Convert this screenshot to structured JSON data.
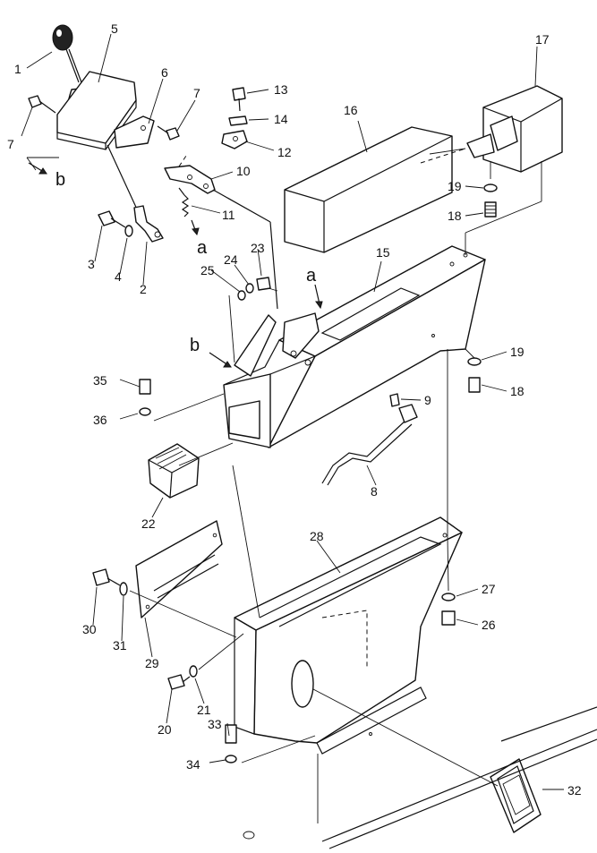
{
  "callouts": {
    "c1": "1",
    "c2": "2",
    "c3": "3",
    "c4": "4",
    "c5": "5",
    "c6": "6",
    "c7a": "7",
    "c7b": "7",
    "c8": "8",
    "c9": "9",
    "c10": "10",
    "c11": "11",
    "c12": "12",
    "c13": "13",
    "c14": "14",
    "c15": "15",
    "c16": "16",
    "c17": "17",
    "c18a": "18",
    "c18b": "18",
    "c19a": "19",
    "c19b": "19",
    "c20": "20",
    "c21": "21",
    "c22": "22",
    "c23": "23",
    "c24": "24",
    "c25": "25",
    "c26": "26",
    "c27": "27",
    "c28": "28",
    "c29": "29",
    "c30": "30",
    "c31": "31",
    "c32": "32",
    "c33": "33",
    "c34": "34",
    "c35": "35",
    "c36": "36"
  },
  "markers": {
    "a_top": "a",
    "a_mid": "a",
    "b_top": "b",
    "b_mid": "b"
  }
}
